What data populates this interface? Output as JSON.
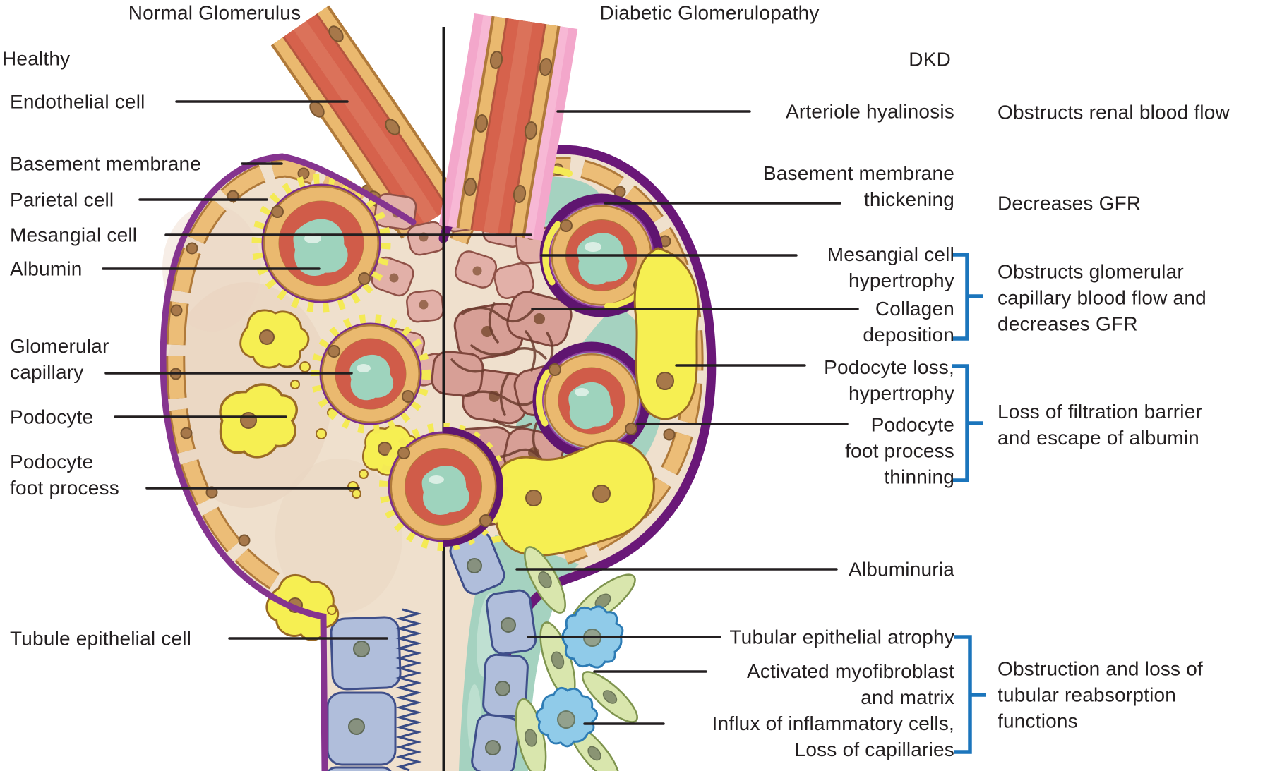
{
  "titles": {
    "left": "Normal Glomerulus",
    "right": "Diabetic Glomerulopathy",
    "left_state": "Healthy",
    "right_state": "DKD"
  },
  "normal_labels": {
    "endothelial_cell": "Endothelial cell",
    "basement_membrane": "Basement membrane",
    "parietal_cell": "Parietal cell",
    "mesangial_cell": "Mesangial cell",
    "albumin": "Albumin",
    "glomerular_capillary": "Glomerular\ncapillary",
    "podocyte": "Podocyte",
    "podocyte_foot_process": "Podocyte\nfoot process",
    "tubule_epithelial_cell": "Tubule epithelial cell"
  },
  "dkd_labels": {
    "arteriole_hyalinosis": "Arteriole hyalinosis",
    "basement_membrane_thickening": "Basement membrane\nthickening",
    "mesangial_cell_hypertrophy": "Mesangial cell\nhypertrophy",
    "collagen_deposition": "Collagen\ndeposition",
    "podocyte_loss_hypertrophy": "Podocyte loss,\nhypertrophy",
    "podocyte_foot_process_thinning": "Podocyte\nfoot process\nthinning",
    "albuminuria": "Albuminuria",
    "tubular_epithelial_atrophy": "Tubular epithelial atrophy",
    "activated_myofibroblast_and_matrix": "Activated myofibroblast\nand matrix",
    "influx_inflammatory_loss_capillaries": "Influx of inflammatory cells,\nLoss of capillaries"
  },
  "effects": {
    "obstructs_renal_blood_flow": "Obstructs renal blood flow",
    "decreases_gfr": "Decreases GFR",
    "obstructs_glomerular_flow": "Obstructs glomerular\ncapillary blood flow and\ndecreases GFR",
    "loss_of_filtration_barrier": "Loss of filtration barrier\nand escape of albumin",
    "obstruction_tubular_reabsorption": "Obstruction and loss of\ntubular reabsorption\nfunctions"
  },
  "colors": {
    "label_text": "#231f20",
    "leader_line": "#231f20",
    "bracket_blue": "#1b75bc",
    "divider_black": "#1a1a1a",
    "membrane_purple_normal": "#85348f",
    "membrane_purple_dkd": "#6a1878",
    "parietal_orange": "#ecbd77",
    "capillary_red": "#d05c49",
    "albumin_teal": "#a5d2c0",
    "podocyte_yellow": "#f6ef52",
    "mesangial_pink": "#e2b0a8",
    "mesangial_dkd_mauve": "#d79f96",
    "tubule_blue": "#b0bedb",
    "myofibroblast_green": "#d9e6ad",
    "inflammatory_blue": "#90cbe9",
    "arteriole_hyalinosis_pink": "#f3a7cb"
  }
}
